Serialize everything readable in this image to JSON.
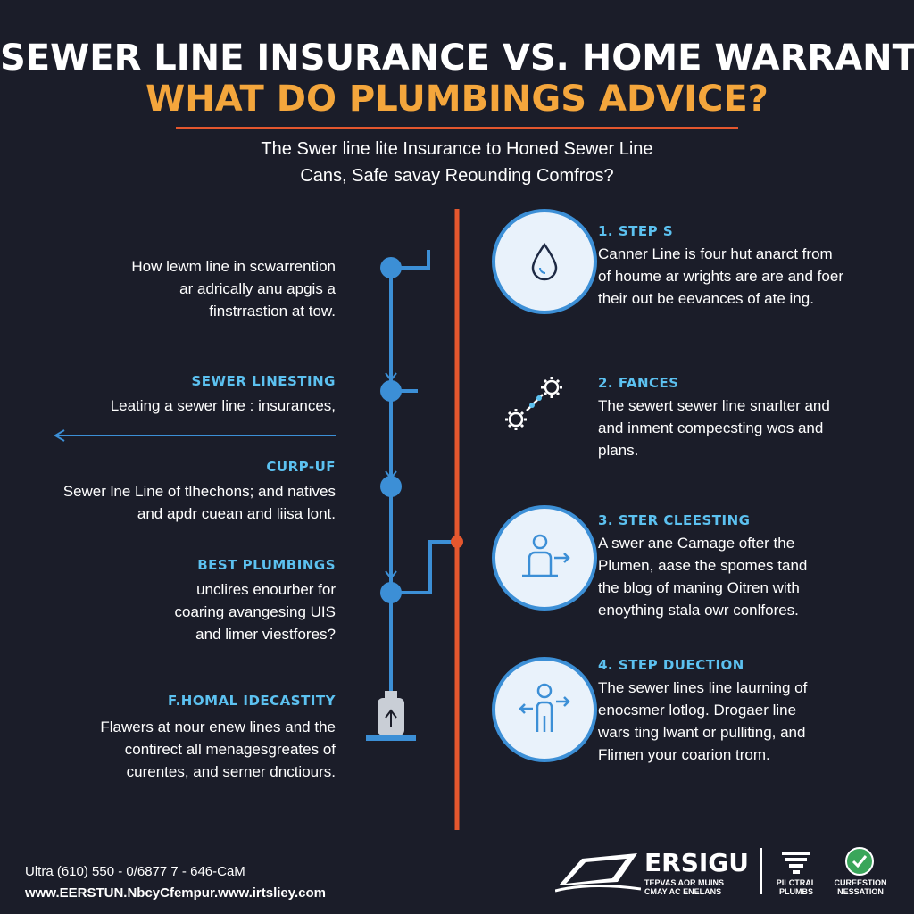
{
  "header": {
    "title_line1": "SEWER LINE INSURANCE VS. HOME WARRANTY:",
    "title_line2": "WHAT DO PLUMBINGS ADVICE?",
    "subtitle_line1": "The Swer line lite Insurance to Honed Sewer Line",
    "subtitle_line2": "Cans, Safe savay Reounding Comfros?"
  },
  "left": {
    "intro": [
      "How lewm line in scwarrention",
      "ar adrically anu apgis a",
      "finstrrastion at tow."
    ],
    "sections": [
      {
        "heading": "SEWER LINESTING",
        "lines": [
          "Leating a sewer line : insurances,"
        ]
      },
      {
        "heading": "CURP-UF",
        "lines": [
          "Sewer lne Line of tlhechons; and natives",
          "and apdr cuean and liisa lont."
        ]
      },
      {
        "heading": "BEST PLUMBINGS",
        "lines": [
          "unclires enourber for",
          "coaring avangesing UIS",
          "and limer viestfores?"
        ]
      },
      {
        "heading": "F.HOMAL IDECASTITY",
        "lines": [
          "Flawers at nour enew lines and the",
          "contirect all menagesgreates of",
          "curentes, and serner dnctiours."
        ]
      }
    ]
  },
  "right": {
    "steps": [
      {
        "heading": "1. STEP S",
        "icon": "water-drop-icon",
        "lines": [
          "Canner Line is four hut anarct from",
          "of houme ar wrights are are and foer",
          "their out be eevances of ate ing."
        ]
      },
      {
        "heading": "2. FANCES",
        "icon": "gears-icon",
        "lines": [
          "The sewert sewer line snarlter and",
          "and inment compecsting wos and",
          "plans."
        ]
      },
      {
        "heading": "3. STER CLEESTING",
        "icon": "person-arrows-icon",
        "lines": [
          "A swer ane Camage ofter the",
          "Plumen, aase the spomes tand",
          "the blog of maning Oitren with",
          "enoything stala owr conlfores."
        ]
      },
      {
        "heading": "4. STEP DUECTION",
        "icon": "person-arrows-icon",
        "lines": [
          "The sewer lines line laurning of",
          "enocsmer lotlog. Drogaer line",
          "wars ting lwant or pulliting, and",
          "Flimen your coarion trom."
        ]
      }
    ]
  },
  "footer": {
    "phone": "Ultra (610) 550 - 0/6877 7 - 646-CaM",
    "website": "www.EERSTUN.NbcyCfempur.www.irtsliey.com",
    "brand_name": "ERSIGU",
    "brand_tag1": "TEPVAS AOR MUINS",
    "brand_tag2": "CMAY AC ENELANS",
    "badge1_line1": "PILCTRAL",
    "badge1_line2": "PLUMBS",
    "badge2_line1": "CUREESTION",
    "badge2_line2": "NESSATION"
  },
  "colors": {
    "background": "#1b1d29",
    "accent_orange": "#f4a63c",
    "accent_red": "#e4572e",
    "accent_blue": "#5cc1f0",
    "pipe_blue": "#3c8fd6"
  }
}
